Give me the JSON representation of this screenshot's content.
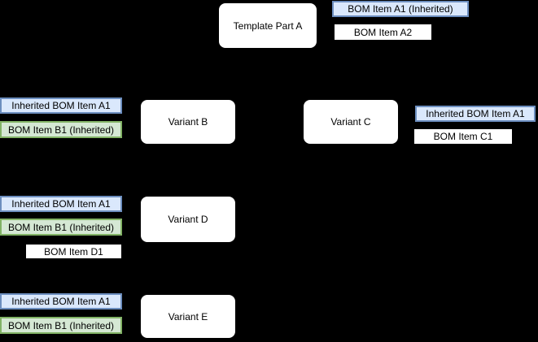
{
  "diagram": {
    "groups": [
      {
        "node": "Template Part A",
        "items": [
          {
            "text": "BOM Item A1 (Inherited)",
            "style": "inherited"
          },
          {
            "text": "BOM Item A2",
            "style": "plain"
          }
        ]
      },
      {
        "node": "Variant B",
        "items": [
          {
            "text": "Inherited BOM Item A1",
            "style": "inherited"
          },
          {
            "text": "BOM Item B1 (Inherited)",
            "style": "inherited-own"
          }
        ]
      },
      {
        "node": "Variant C",
        "items": [
          {
            "text": "Inherited BOM Item A1",
            "style": "inherited"
          },
          {
            "text": "BOM Item C1",
            "style": "plain"
          }
        ]
      },
      {
        "node": "Variant D",
        "items": [
          {
            "text": "Inherited BOM Item A1",
            "style": "inherited"
          },
          {
            "text": "BOM Item B1 (Inherited)",
            "style": "inherited-own"
          },
          {
            "text": "BOM Item D1",
            "style": "plain"
          }
        ]
      },
      {
        "node": "Variant E",
        "items": [
          {
            "text": "Inherited BOM Item A1",
            "style": "inherited"
          },
          {
            "text": "BOM Item B1 (Inherited)",
            "style": "inherited-own"
          }
        ]
      }
    ],
    "colors": {
      "background": "#000000",
      "node_fill": "#ffffff",
      "inherited_fill": "#dae8fc",
      "inherited_border": "#6c8ebf",
      "own_inherited_fill": "#d5e8d4",
      "own_inherited_border": "#82b366",
      "plain_fill": "#ffffff",
      "text": "#000000"
    }
  }
}
